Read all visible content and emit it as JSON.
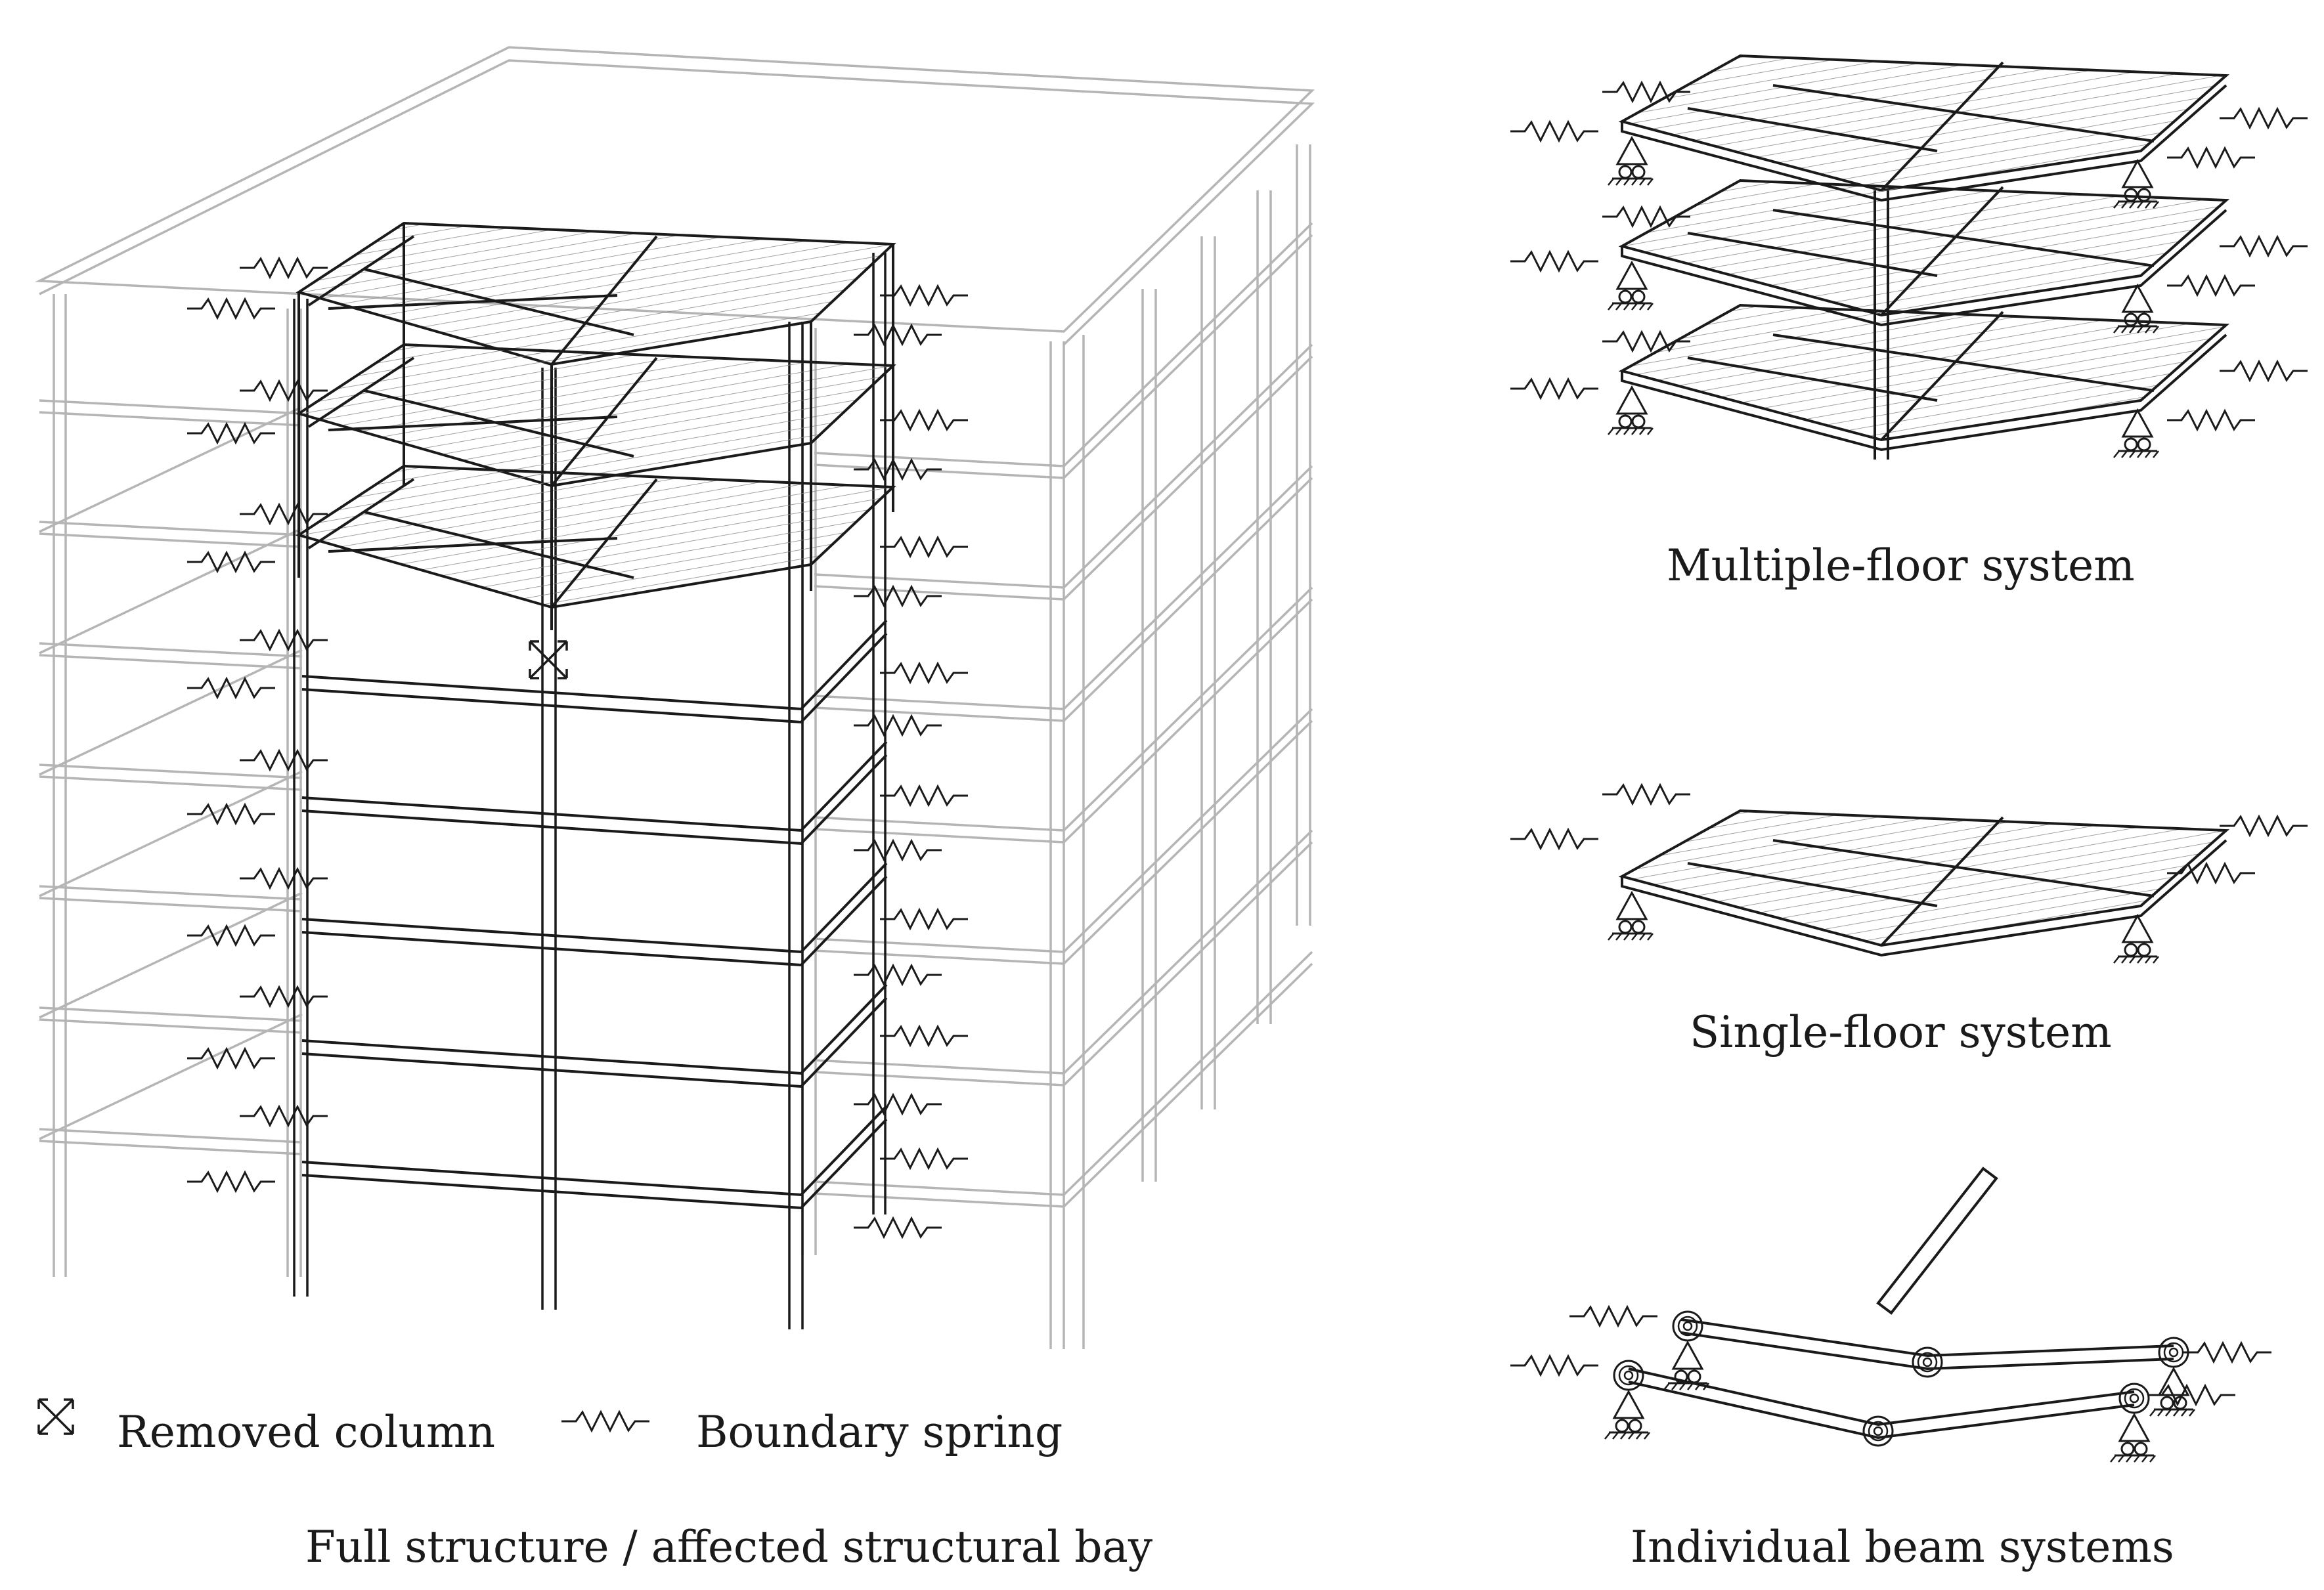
{
  "captions": {
    "full_structure": "Full structure / affected structural bay",
    "multiple_floor": "Multiple-floor system",
    "single_floor": "Single-floor system",
    "individual_beams": "Individual beam systems"
  },
  "legend": {
    "removed_column": "Removed column",
    "boundary_spring": "Boundary spring"
  },
  "colors": {
    "ghost_frame": "#b5b5b5",
    "primary_line": "#1a1a1a",
    "slab_hatch": "#9a9a9a",
    "background": "#ffffff"
  },
  "icons": [
    "removed-column-icon",
    "boundary-spring-icon",
    "pin-support-icon",
    "roller-support-icon",
    "rotational-spring-icon"
  ]
}
